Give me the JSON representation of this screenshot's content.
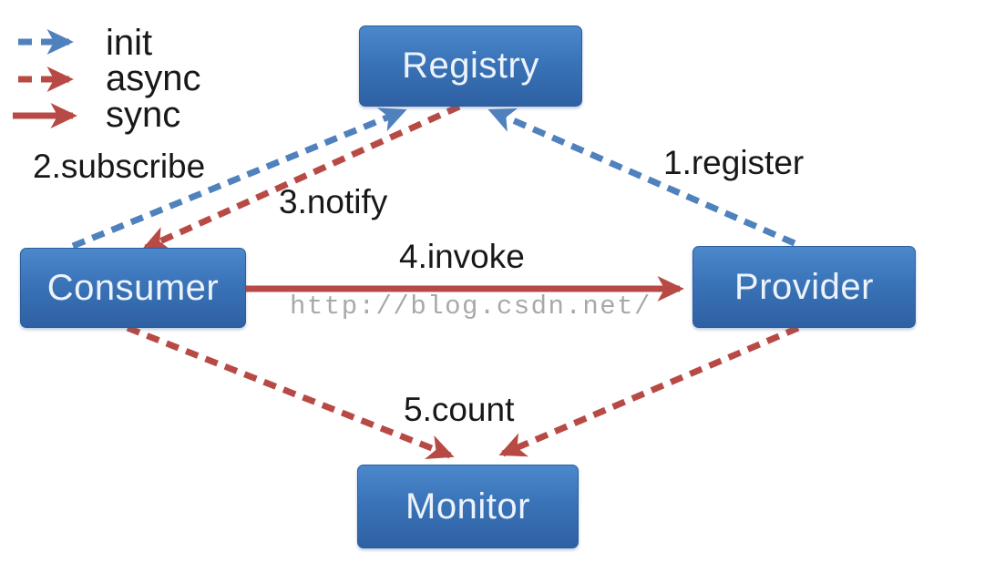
{
  "legend": {
    "items": [
      {
        "label": "init",
        "line_style": "dashed",
        "color": "#4f81bd"
      },
      {
        "label": "async",
        "line_style": "dashed",
        "color": "#b84a45"
      },
      {
        "label": "sync",
        "line_style": "solid",
        "color": "#b84a45"
      }
    ]
  },
  "nodes": {
    "registry": {
      "label": "Registry"
    },
    "consumer": {
      "label": "Consumer"
    },
    "provider": {
      "label": "Provider"
    },
    "monitor": {
      "label": "Monitor"
    }
  },
  "edges": {
    "register": {
      "label": "1.register",
      "from": "Provider",
      "to": "Registry",
      "type": "init"
    },
    "subscribe": {
      "label": "2.subscribe",
      "from": "Consumer",
      "to": "Registry",
      "type": "init"
    },
    "notify": {
      "label": "3.notify",
      "from": "Registry",
      "to": "Consumer",
      "type": "async"
    },
    "invoke": {
      "label": "4.invoke",
      "from": "Consumer",
      "to": "Provider",
      "type": "sync"
    },
    "count": {
      "label": "5.count",
      "from": "Consumer, Provider",
      "to": "Monitor",
      "type": "async"
    }
  },
  "watermark": {
    "text": "http://blog.csdn.net/"
  },
  "colors": {
    "node_fill_top": "#4c88cc",
    "node_fill_bottom": "#2e61a3",
    "node_border": "#2c5c9c",
    "node_text": "#ecf3fb",
    "init_arrow": "#4f81bd",
    "async_arrow": "#b84a45",
    "sync_arrow": "#b84a45",
    "label_text": "#181818",
    "watermark_text": "#a9a9a9",
    "background": "#ffffff"
  }
}
